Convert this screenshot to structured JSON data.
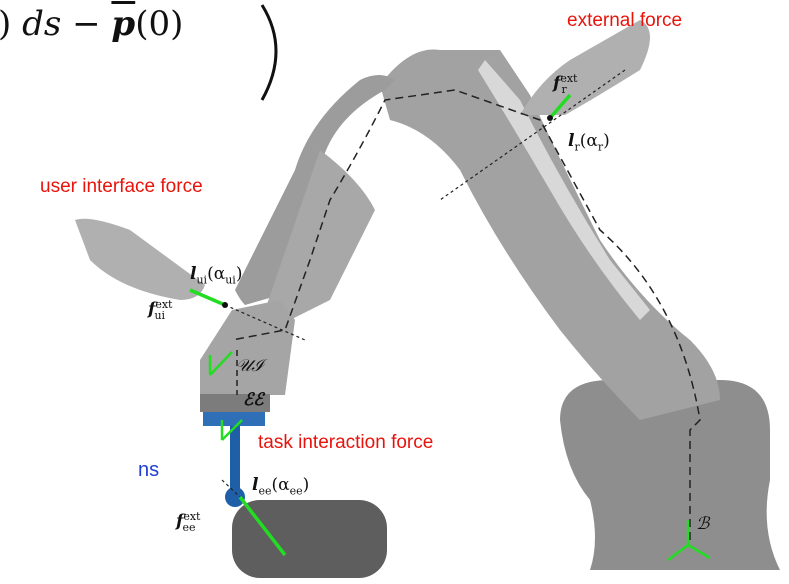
{
  "labels": {
    "external_force": "external force",
    "user_interface_force": "user interface force",
    "task_interaction_force": "task interaction force",
    "partial_text": "ns"
  },
  "equation_fragment": {
    "lead": ")",
    "ds": "ds",
    "minus": "−",
    "p": "p",
    "arg": "(0)"
  },
  "symbols": {
    "f_r": "f",
    "f_r_sup": "ext",
    "f_r_sub": "r",
    "l_r": "l",
    "l_r_sub": "r",
    "l_r_arg": "(α",
    "l_r_arg_sub": "r",
    "l_ui": "l",
    "l_ui_sub": "ui",
    "l_ui_arg": "(α",
    "l_ui_arg_sub": "ui",
    "f_ui": "f",
    "f_ui_sup": "ext",
    "f_ui_sub": "ui",
    "UI": "𝒰ℐ",
    "EE": "ℰℰ",
    "l_ee": "l",
    "l_ee_sub": "ee",
    "l_ee_arg": "(α",
    "l_ee_arg_sub": "ee",
    "f_ee": "f",
    "f_ee_sup": "ext",
    "f_ee_sub": "ee",
    "B": "ℬ",
    "close_paren": ")"
  },
  "colors": {
    "force_label": "#e8140c",
    "force_vector": "#22dd22",
    "robot_body": "#9a9a9a",
    "robot_dark": "#707070",
    "tool_blue": "#1f5fa8",
    "object": "#5e5e5e"
  }
}
